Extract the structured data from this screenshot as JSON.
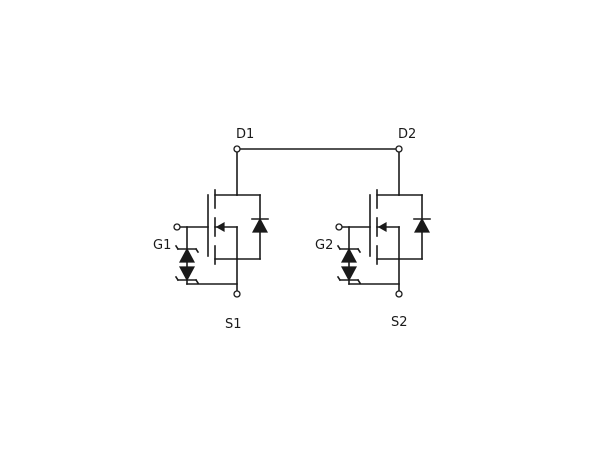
{
  "diagram": {
    "terminals": {
      "d1": "D1",
      "d2": "D2",
      "g1": "G1",
      "g2": "G2",
      "s1": "S1",
      "s2": "S2"
    }
  }
}
